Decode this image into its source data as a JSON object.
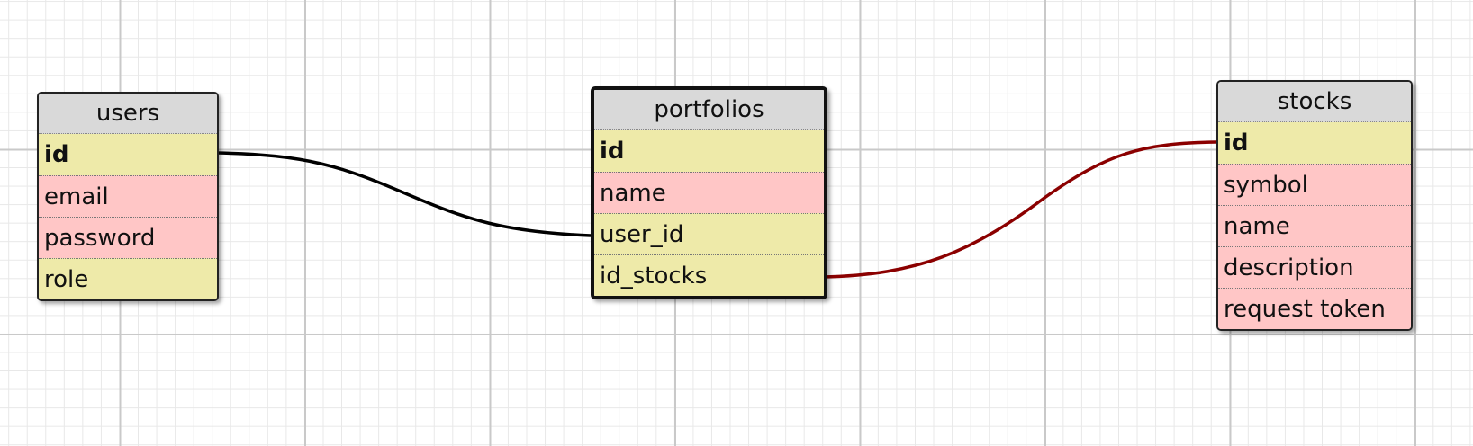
{
  "diagram": {
    "tables": [
      {
        "name": "users",
        "fields": [
          {
            "label": "id",
            "bold": true,
            "kind": "key"
          },
          {
            "label": "email",
            "bold": false,
            "kind": "plain"
          },
          {
            "label": "password",
            "bold": false,
            "kind": "plain"
          },
          {
            "label": "role",
            "bold": false,
            "kind": "key"
          }
        ]
      },
      {
        "name": "portfolios",
        "selected": true,
        "fields": [
          {
            "label": "id",
            "bold": true,
            "kind": "key"
          },
          {
            "label": "name",
            "bold": false,
            "kind": "plain"
          },
          {
            "label": "user_id",
            "bold": false,
            "kind": "key"
          },
          {
            "label": "id_stocks",
            "bold": false,
            "kind": "key"
          }
        ]
      },
      {
        "name": "stocks",
        "fields": [
          {
            "label": "id",
            "bold": true,
            "kind": "key"
          },
          {
            "label": "symbol",
            "bold": false,
            "kind": "plain"
          },
          {
            "label": "name",
            "bold": false,
            "kind": "plain"
          },
          {
            "label": "description",
            "bold": false,
            "kind": "plain"
          },
          {
            "label": "request token",
            "bold": false,
            "kind": "plain"
          }
        ]
      }
    ],
    "relations": [
      {
        "from": "users.id",
        "to": "portfolios.user_id",
        "color": "#000000"
      },
      {
        "from": "portfolios.id_stocks",
        "to": "stocks.id",
        "color": "#8b0000"
      }
    ],
    "colors": {
      "key_field": "#eeeaa9",
      "plain_field": "#ffc6c6",
      "header": "#d9d9d9"
    }
  }
}
